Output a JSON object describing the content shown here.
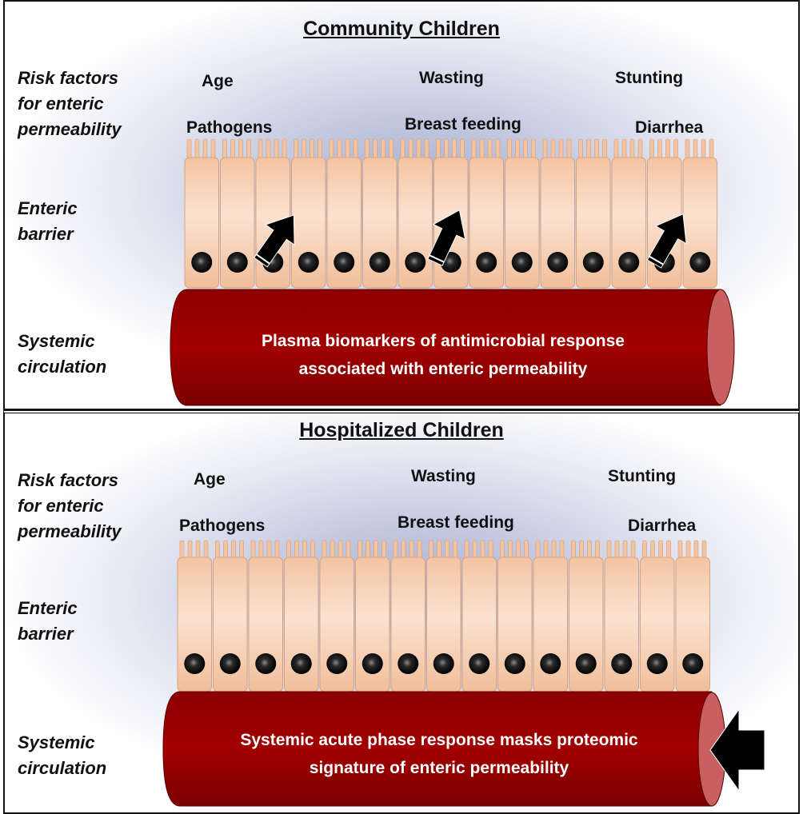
{
  "community": {
    "title": "Community Children",
    "labels": {
      "risk_line1": "Risk factors",
      "risk_line2": "for enteric",
      "risk_line3": "permeability",
      "barrier_line1": "Enteric",
      "barrier_line2": "barrier",
      "systemic_line1": "Systemic",
      "systemic_line2": "circulation"
    },
    "risk_factors": {
      "age": "Age",
      "wasting": "Wasting",
      "stunting": "Stunting",
      "pathogens": "Pathogens",
      "breast_feeding": "Breast feeding",
      "diarrhea": "Diarrhea"
    },
    "vessel_text_line1": "Plasma biomarkers of antimicrobial response",
    "vessel_text_line2": "associated with enteric permeability"
  },
  "hospitalized": {
    "title": "Hospitalized Children",
    "labels": {
      "risk_line1": "Risk factors",
      "risk_line2": "for enteric",
      "risk_line3": "permeability",
      "barrier_line1": "Enteric",
      "barrier_line2": "barrier",
      "systemic_line1": "Systemic",
      "systemic_line2": "circulation"
    },
    "risk_factors": {
      "age": "Age",
      "wasting": "Wasting",
      "stunting": "Stunting",
      "pathogens": "Pathogens",
      "breast_feeding": "Breast feeding",
      "diarrhea": "Diarrhea"
    },
    "vessel_text_line1": "Systemic acute phase response masks proteomic",
    "vessel_text_line2": "signature of enteric permeability"
  },
  "colors": {
    "vessel": "#990000",
    "vessel_end": "#c96060",
    "cell": "#f4c7a6",
    "nucleus": "#1a1a1a",
    "arrow": "#000000"
  }
}
